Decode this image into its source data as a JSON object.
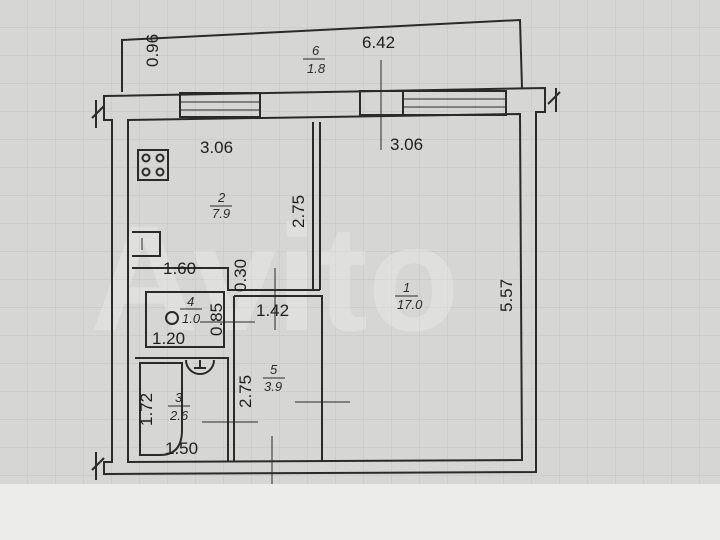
{
  "watermark": "Avito",
  "colors": {
    "paper": "#d6d6d4",
    "line": "#2a2a2a",
    "sheet_edge": "#ececea"
  },
  "balcony": {
    "number": "6",
    "area": "1.8",
    "width": "6.42",
    "depth": "0.96"
  },
  "rooms": [
    {
      "number": "1",
      "area": "17.0",
      "width": "3.06",
      "length": "5.57"
    },
    {
      "number": "2",
      "area": "7.9",
      "width": "3.06",
      "length": "2.75"
    },
    {
      "number": "3",
      "area": "2.6",
      "width": "1.50",
      "length": "1.72"
    },
    {
      "number": "4",
      "area": "1.0",
      "width": "1.20",
      "length": "0.85"
    },
    {
      "number": "5",
      "area": "3.9",
      "width": "1.42",
      "length": "2.75"
    }
  ],
  "extra_dims": {
    "niche_width": "1.60",
    "niche_depth": "0.30"
  }
}
